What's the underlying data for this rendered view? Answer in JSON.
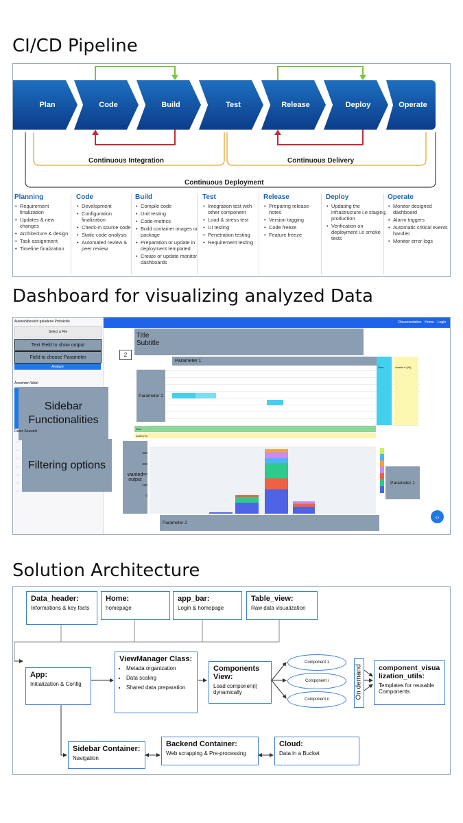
{
  "sections": {
    "pipeline_title": "CI/CD Pipeline",
    "dashboard_title": "Dashboard for visualizing analyzed Data",
    "architecture_title": "Solution Architecture"
  },
  "pipeline": {
    "stages": [
      "Plan",
      "Code",
      "Build",
      "Test",
      "Release",
      "Deploy",
      "Operate"
    ],
    "continuous_integration": "Continuous Integration",
    "continuous_delivery": "Continuous Delivery",
    "continuous_deployment": "Continuous Deployment",
    "details": [
      {
        "title": "Planning",
        "items": [
          "Requirement finalization",
          "Updates & new changes",
          "Architecture & design",
          "Task assignment",
          "Timeline finalization"
        ]
      },
      {
        "title": "Code",
        "items": [
          "Development",
          "Configuration finalization",
          "Check-in source code",
          "Static-code analysis",
          "Automated review & peer review"
        ]
      },
      {
        "title": "Build",
        "items": [
          "Compile code",
          "Unit testing",
          "Code-metrics",
          "Build container images or package",
          "Preparation or update in deployment templated",
          "Create or update monitor dashboards"
        ]
      },
      {
        "title": "Test",
        "items": [
          "Integration test with other component",
          "Load & stress test",
          "UI testing",
          "Penetration testing",
          "Requirement testing"
        ]
      },
      {
        "title": "Release",
        "items": [
          "Preparing release notes",
          "Version tagging",
          "Code freeze",
          "Feature freeze"
        ]
      },
      {
        "title": "Deploy",
        "items": [
          "Updating the infrastructure i.e staging, production",
          "Verification on deployment i.e smoke tests"
        ]
      },
      {
        "title": "Operate",
        "items": [
          "Monitor designed dashboard",
          "Alarm triggers",
          "Automatic critical events handler",
          "Monitor error logs"
        ]
      }
    ]
  },
  "dashboard": {
    "sidebar_header": "Auswahlbereich geladene Protokolle",
    "select_file": "Select a File",
    "text_field": "Text Field to show output",
    "param_field": "Field to choose Parameter",
    "analyze_button": "Analyze",
    "views_label": "Ansichten Wahl",
    "data_label": "Daten Auswahl",
    "sidebar_func": "Sidebar Functionalities",
    "filtering": "Filtering options",
    "nav": [
      "Documentation",
      "Home",
      "Login"
    ],
    "title": "Title",
    "subtitle": "Subtitle",
    "page_number": "2",
    "param1": "Parameter 1",
    "param2": "Parameter 2",
    "wanted_output": "wanted output",
    "legend_param1": "Parameter 1",
    "chart_param2": "Parameter 2",
    "table_headers": [
      "Sum",
      "Anteile in [%]"
    ],
    "table_sum_label": "Sum",
    "table_share_label": "Anteil [%]",
    "y_ticks": [
      "400",
      "300",
      "200",
      "100",
      "0"
    ]
  },
  "architecture": {
    "data_header": {
      "title": "Data_header:",
      "desc": "Informations & key facts"
    },
    "home": {
      "title": "Home:",
      "desc": "homepage"
    },
    "app_bar": {
      "title": "app_bar:",
      "desc": "Login & homepage"
    },
    "table_view": {
      "title": "Table_view:",
      "desc": "Raw data visualization"
    },
    "app": {
      "title": "App:",
      "desc": "Initialization & Config"
    },
    "view_manager": {
      "title": "ViewManager Class:",
      "items": [
        "Metada organization",
        "Data scaling",
        "Shared data preparation"
      ]
    },
    "components_view": {
      "title": "Components View:",
      "desc": "Load componen(i) dynamically"
    },
    "components": [
      "Component 1",
      "Component i",
      "Component n"
    ],
    "on_demand": "On demand",
    "visualization_utils": {
      "title": "component_visualization_utils:",
      "desc": "Templates for reusable Components"
    },
    "sidebar_container": {
      "title": "Sidebar Container:",
      "desc": "Navigation"
    },
    "backend_container": {
      "title": "Backend Container:",
      "desc": "Web scrapping & Pre-processing"
    },
    "cloud": {
      "title": "Cloud:",
      "desc": "Data in a Bucket"
    }
  }
}
